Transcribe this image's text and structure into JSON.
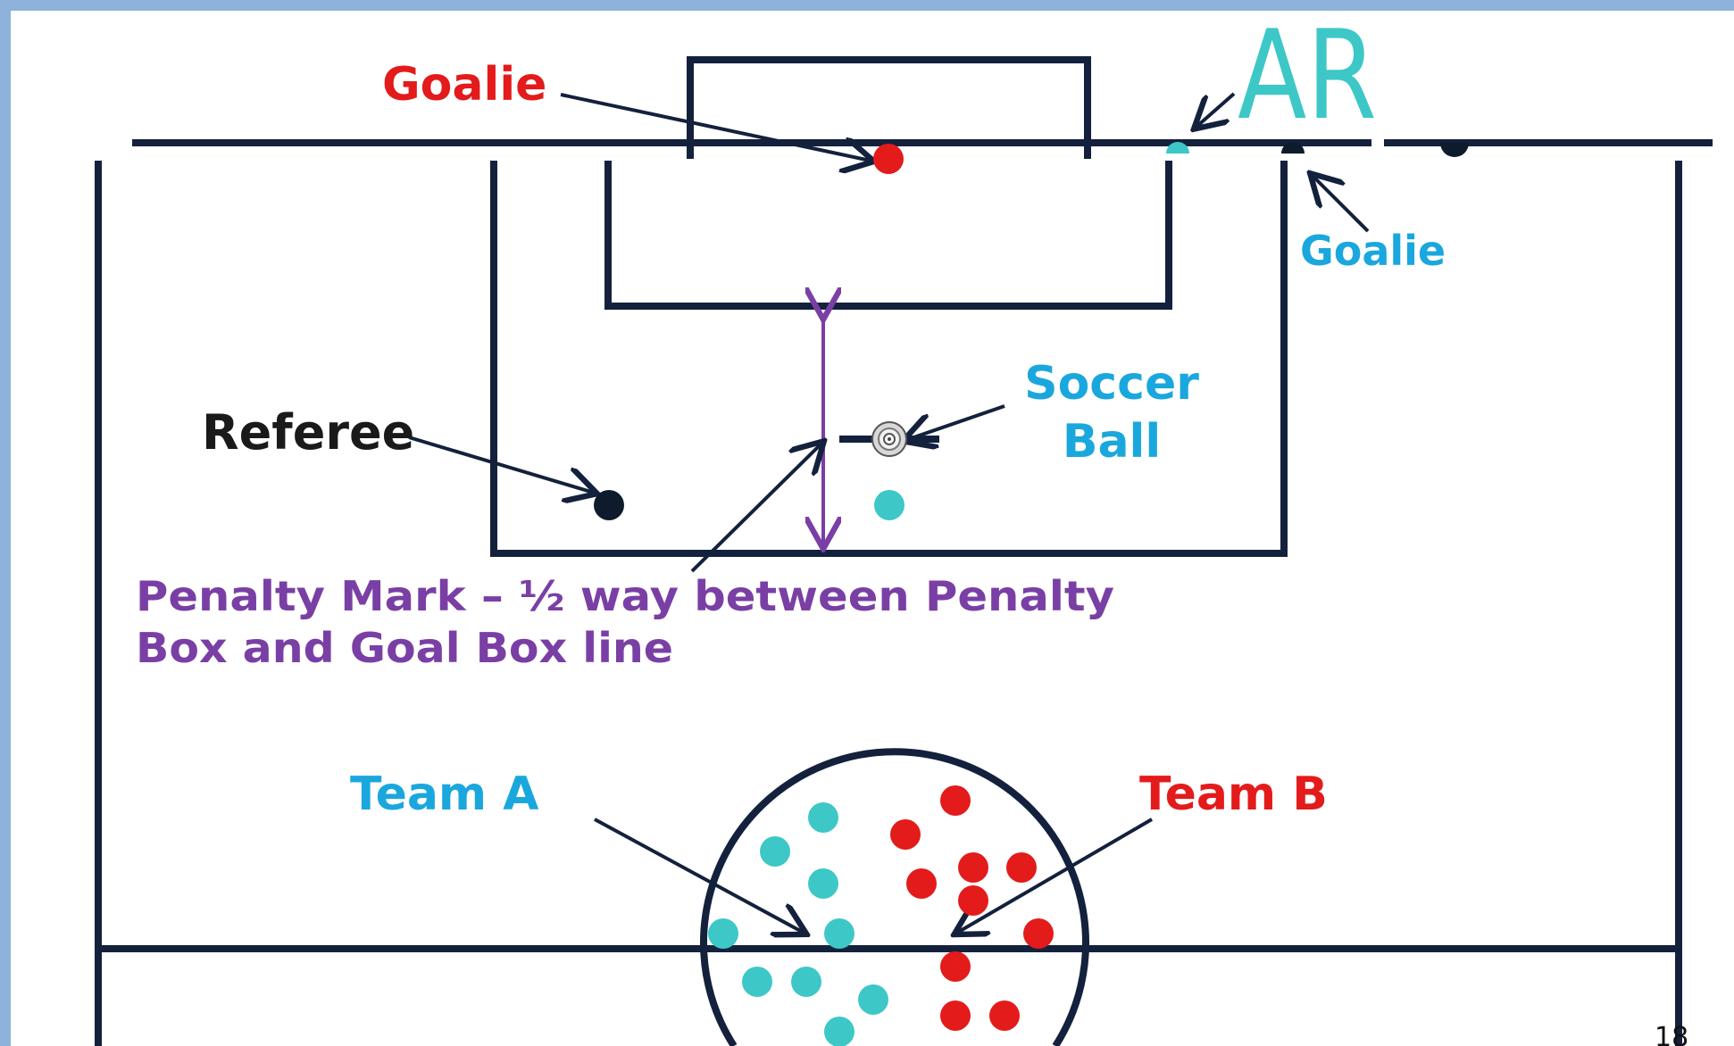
{
  "colors": {
    "field_line": "#14213d",
    "frame_blue": "#8fb2dc",
    "team_a": "#3ec7c7",
    "team_b": "#e31b1b",
    "referee": "#0e1b2c",
    "goalie_label_red": "#e31b1b",
    "goalie_label_blue": "#1aa7dd",
    "soccer_ball_label": "#1aa7dd",
    "team_a_label": "#1aa7dd",
    "team_b_label": "#e31b1b",
    "penalty_label": "#7a3fa5",
    "ar_label": "#3ec7c7",
    "referee_label": "#1a1a1a"
  },
  "labels": {
    "goalie_top": "Goalie",
    "ar": "AR",
    "goalie_right": "Goalie",
    "soccer_ball_line1": "Soccer",
    "soccer_ball_line2": "Ball",
    "referee": "Referee",
    "penalty_line1": "Penalty Mark – ½ way between Penalty",
    "penalty_line2": "Box and Goal Box line",
    "team_a": "Team A",
    "team_b": "Team B",
    "page_number": "18"
  },
  "icons": {
    "soccer_ball": "soccer-ball-icon"
  }
}
